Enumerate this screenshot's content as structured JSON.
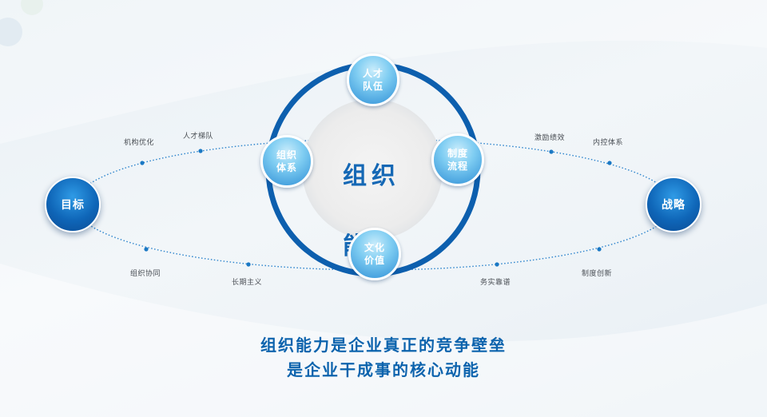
{
  "center": {
    "line1": "组织",
    "line2": "能力"
  },
  "ring_nodes": {
    "top": "人才\n队伍",
    "left": "组织\n体系",
    "right": "制度\n流程",
    "bottom": "文化\n价值"
  },
  "ends": {
    "left": "目标",
    "right": "战略"
  },
  "orbit_labels": {
    "upper_left_1": "机构优化",
    "upper_left_2": "人才梯队",
    "lower_left_1": "组织协同",
    "lower_left_2": "长期主义",
    "upper_right_1": "激励绩效",
    "upper_right_2": "内控体系",
    "lower_right_1": "务实靠谱",
    "lower_right_2": "制度创新"
  },
  "tagline": {
    "line1": "组织能力是企业真正的竞争壁垒",
    "line2": "是企业干成事的核心动能"
  },
  "colors": {
    "accent": "#1568b5",
    "ring": "#0d5fae",
    "end_node": "#0f66b8",
    "light_node": "#7fcdf2"
  }
}
